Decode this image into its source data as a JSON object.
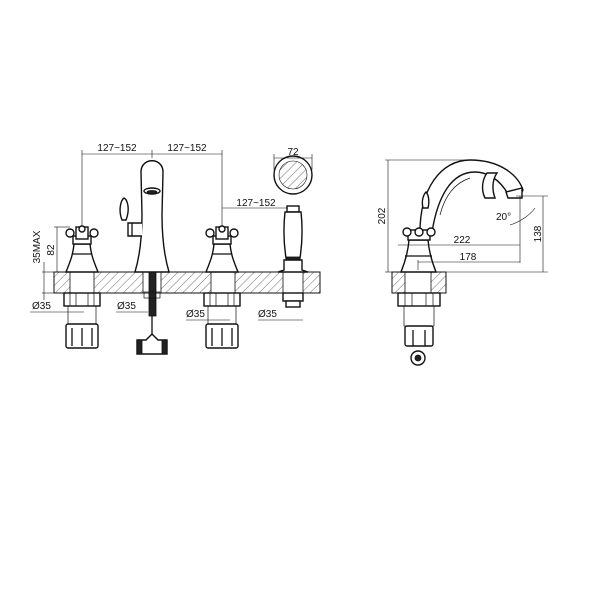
{
  "front_view": {
    "spacing_left": "127~152",
    "spacing_right": "127~152",
    "shower_head_width": "72",
    "shower_spacing": "127~152",
    "deck_max": "35MAX",
    "valve_height": "82",
    "hole_left": "Ø35",
    "hole_spout": "Ø35",
    "hole_right": "Ø35",
    "hole_shower": "Ø35"
  },
  "side_view": {
    "total_height": "202",
    "spout_reach": "222",
    "spout_reach_inner": "178",
    "outlet_height": "138",
    "outlet_angle": "20°"
  }
}
